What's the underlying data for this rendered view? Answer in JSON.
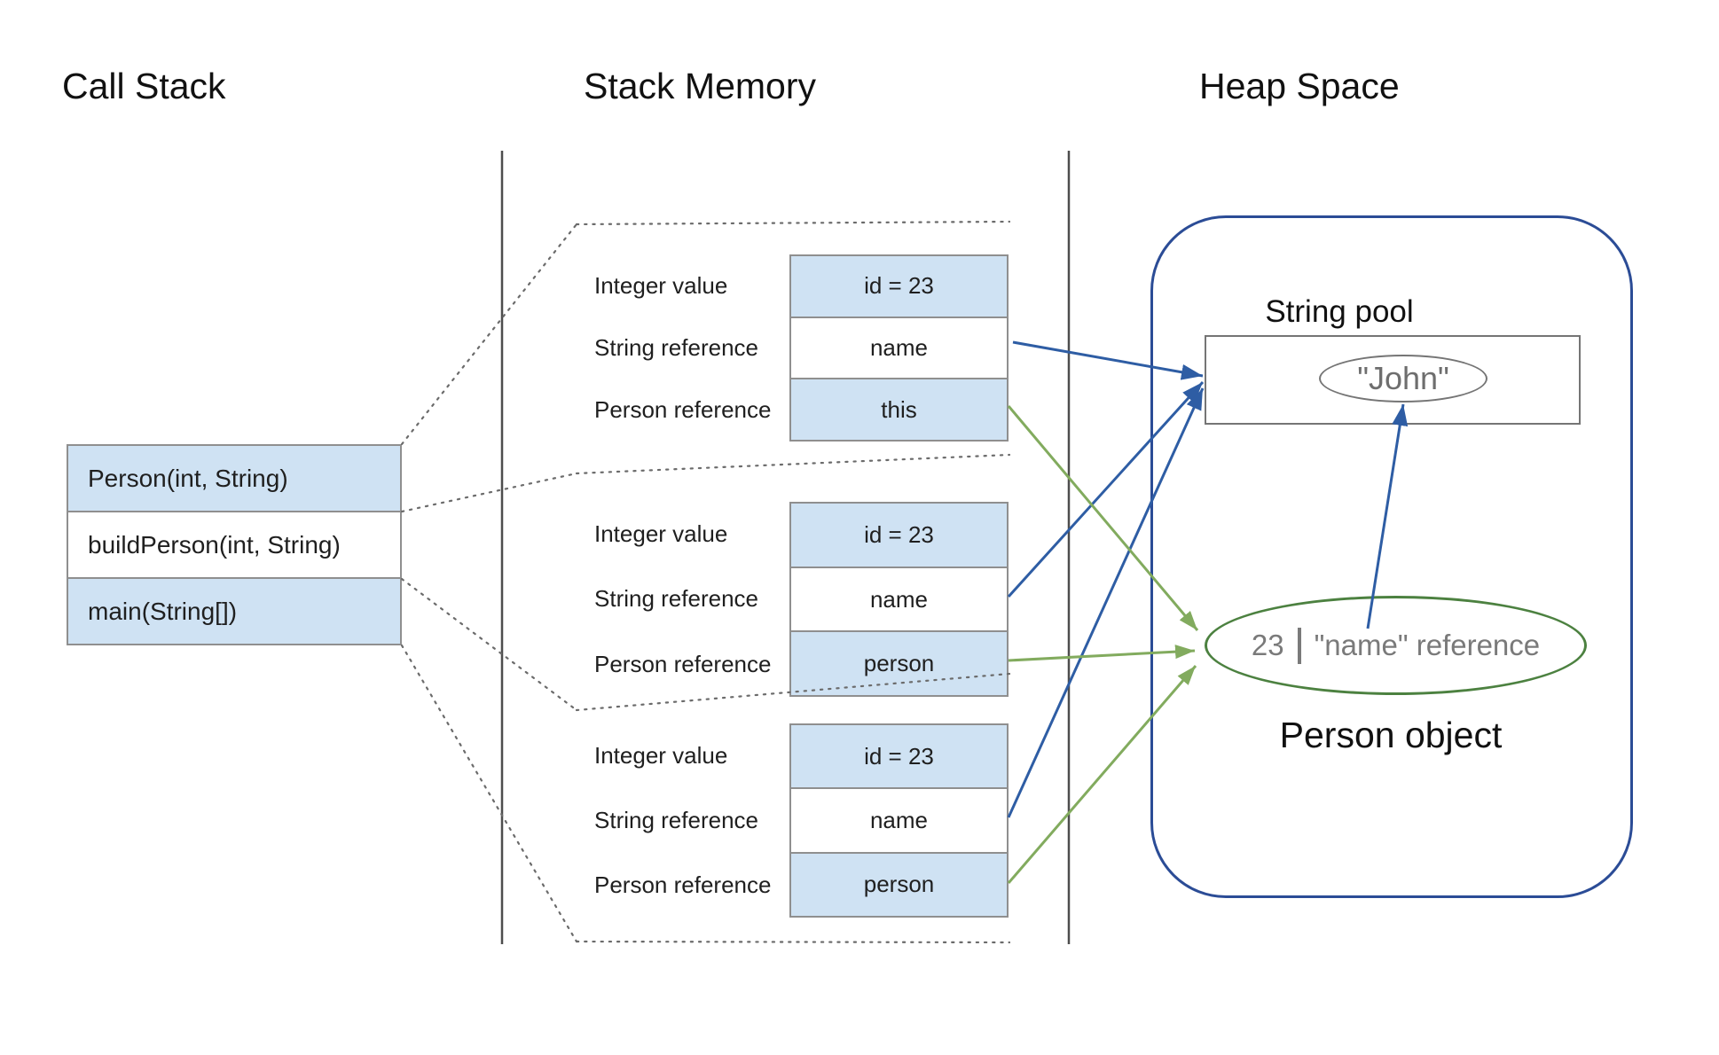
{
  "headers": {
    "call_stack": "Call Stack",
    "stack_memory": "Stack Memory",
    "heap_space": "Heap Space"
  },
  "call_stack": {
    "frames": [
      "Person(int, String)",
      "buildPerson(int, String)",
      "main(String[])"
    ]
  },
  "stack_memory": {
    "frames": [
      {
        "rows": [
          {
            "label": "Integer value",
            "value": "id = 23"
          },
          {
            "label": "String reference",
            "value": "name"
          },
          {
            "label": "Person reference",
            "value": "this"
          }
        ]
      },
      {
        "rows": [
          {
            "label": "Integer value",
            "value": "id = 23"
          },
          {
            "label": "String reference",
            "value": "name"
          },
          {
            "label": "Person reference",
            "value": "person"
          }
        ]
      },
      {
        "rows": [
          {
            "label": "Integer value",
            "value": "id = 23"
          },
          {
            "label": "String reference",
            "value": "name"
          },
          {
            "label": "Person reference",
            "value": "person"
          }
        ]
      }
    ]
  },
  "heap": {
    "string_pool_label": "String pool",
    "string_value": "\"John\"",
    "person_id": "23",
    "person_ref": "\"name\" reference",
    "person_object_label": "Person object"
  },
  "colors": {
    "row_fill_blue": "#cfe2f3",
    "arrow_blue": "#2e5da4",
    "heap_border_blue": "#2b4c96",
    "arrow_green": "#82ab5e",
    "person_ellipse_green": "#4c8140",
    "muted_gray_text": "#757575",
    "box_border_gray": "#8f8f8f"
  }
}
